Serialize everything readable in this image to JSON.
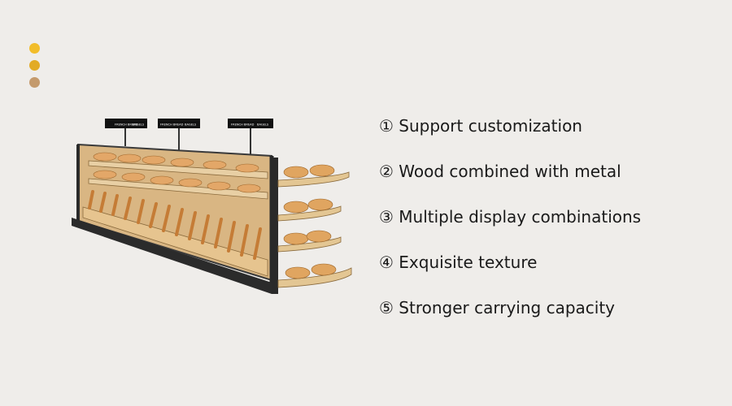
{
  "colors": {
    "background": "#efedea",
    "dots": [
      "#f2bd2a",
      "#e2ab25",
      "#c49a6c"
    ],
    "text": "#1a1a1a"
  },
  "sign_labels": [
    "FRENCH BREAD",
    "BAGELS",
    "FRENCH BREAD",
    "BAGELS",
    "FRENCH BREAD",
    "BAGELS"
  ],
  "features": [
    "① Support customization",
    "② Wood combined with metal",
    "③ Multiple display combinations",
    "④ Exquisite texture",
    "⑤ Stronger carrying capacity"
  ]
}
